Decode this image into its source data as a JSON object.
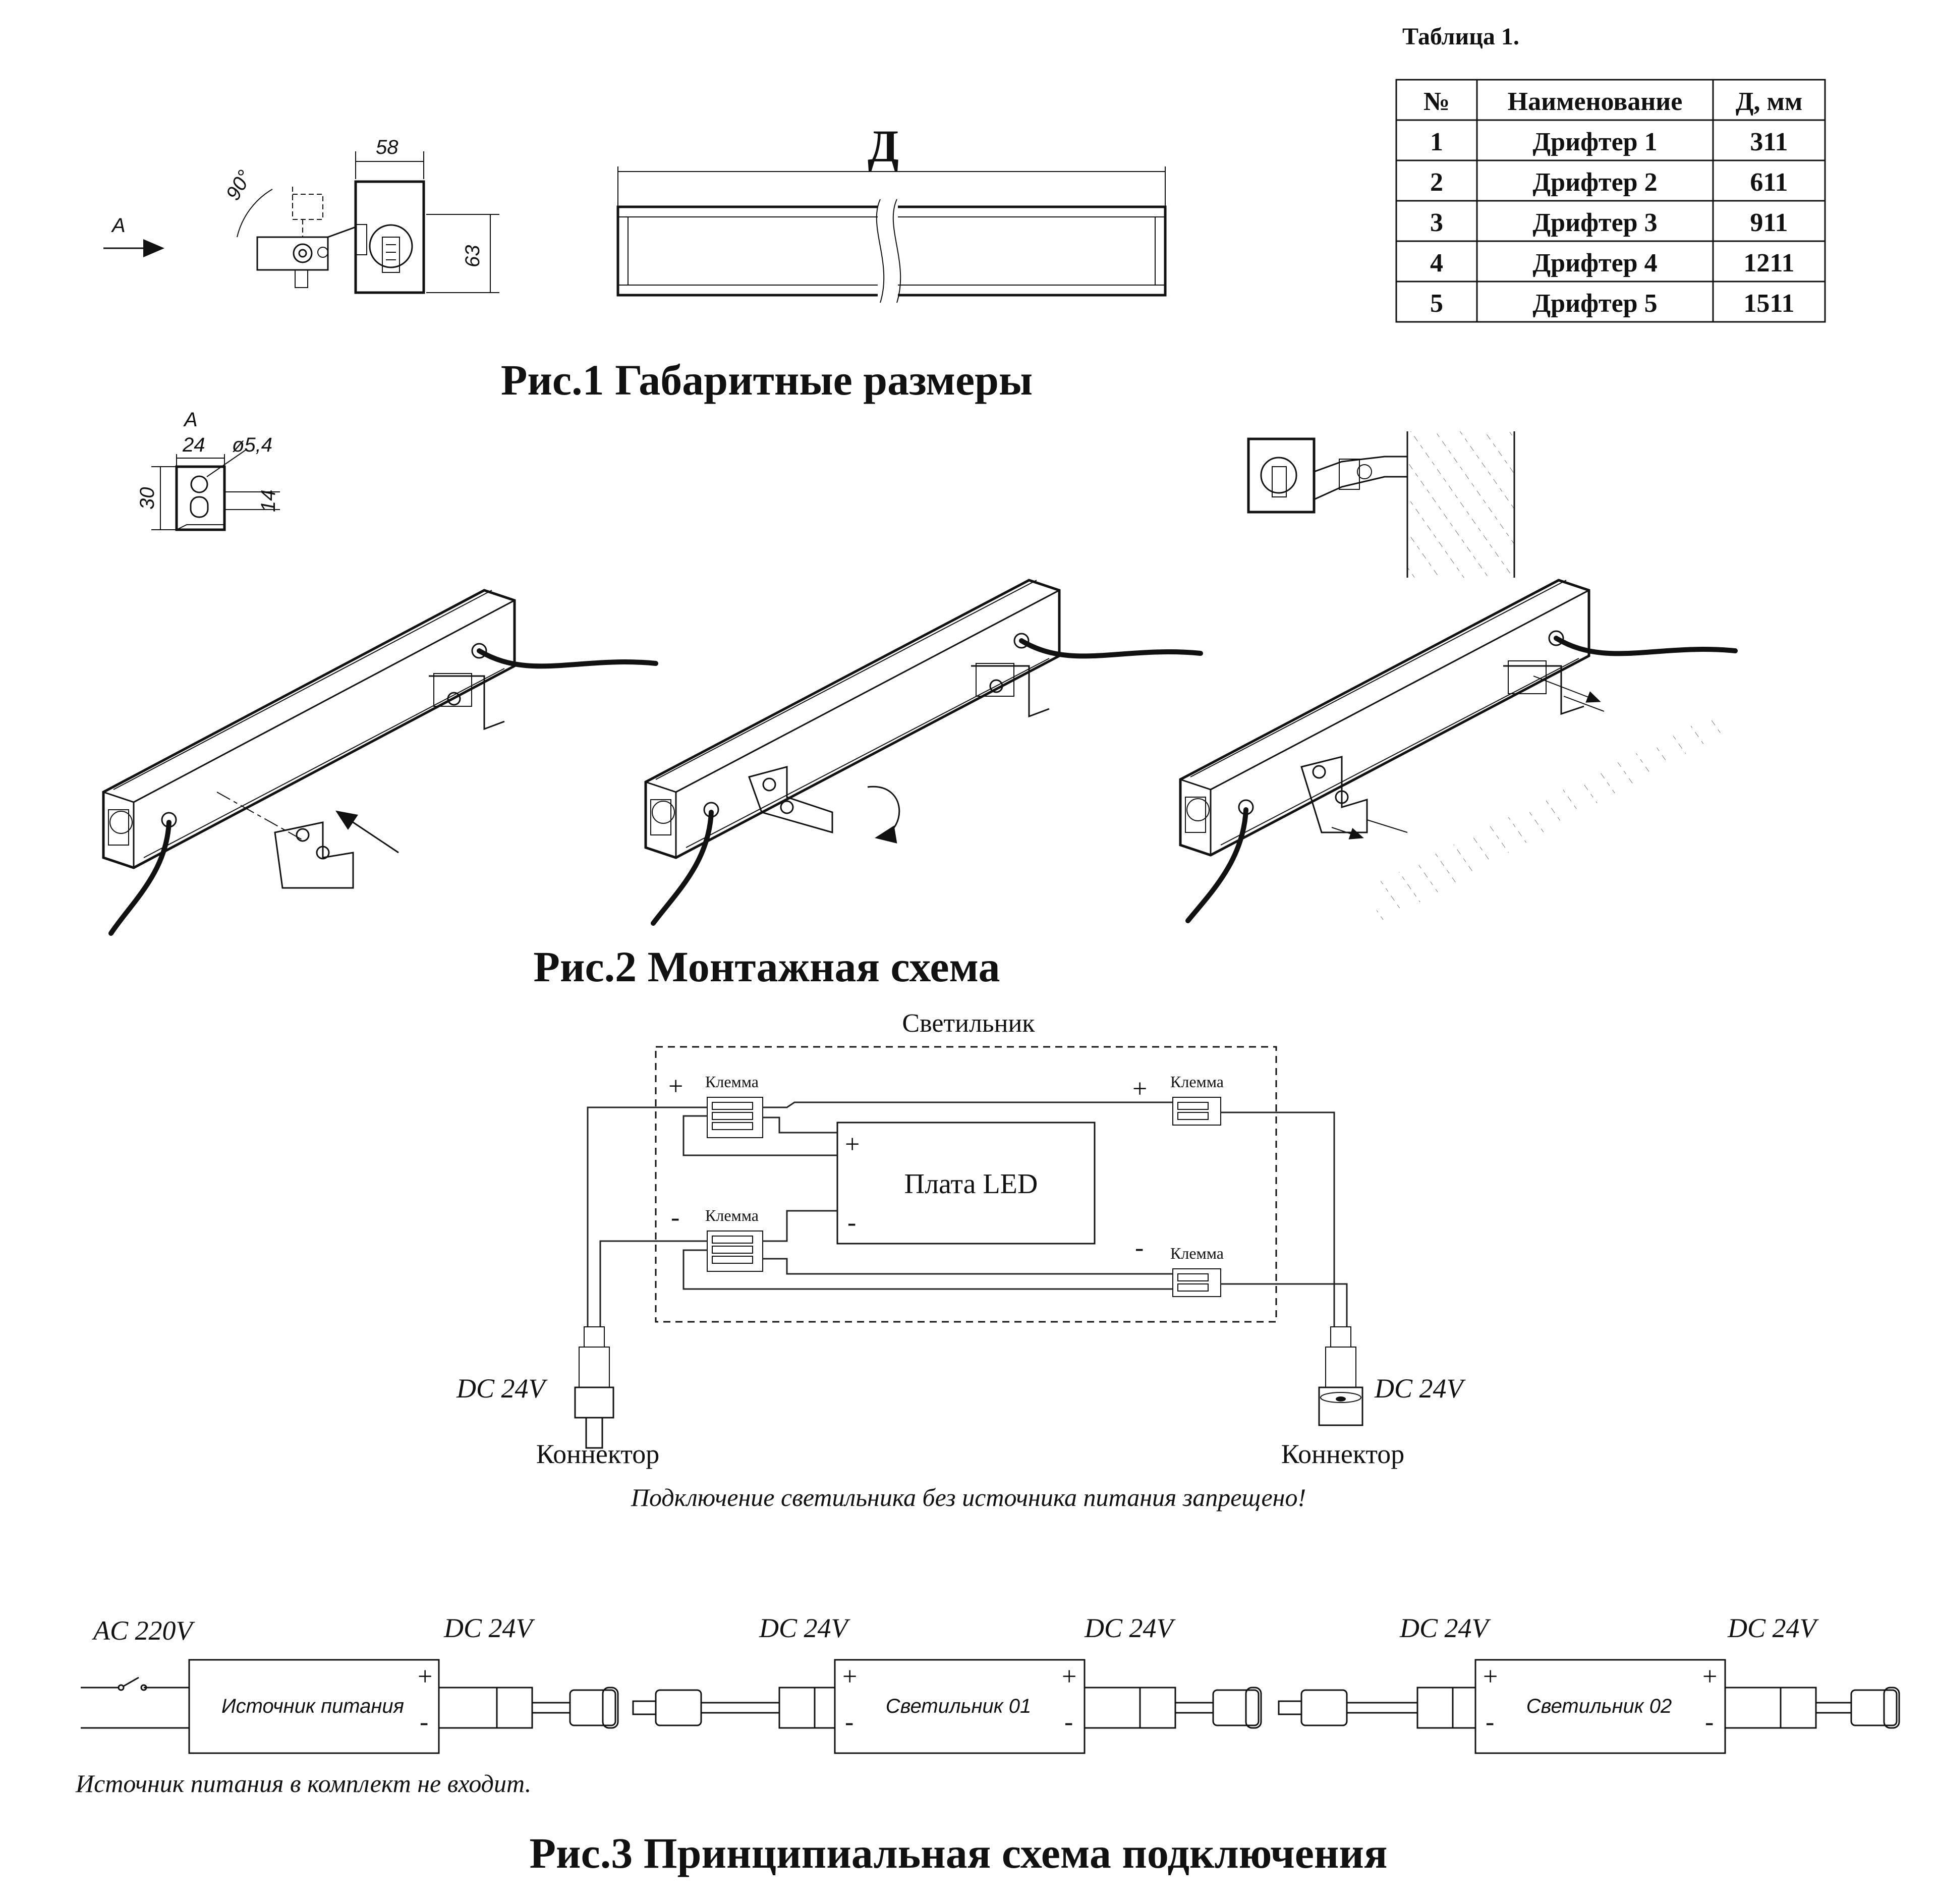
{
  "table": {
    "caption": "Таблица 1.",
    "headers": [
      "№",
      "Наименование",
      "Д, мм"
    ],
    "rows": [
      [
        "1",
        "Дрифтер 1",
        "311"
      ],
      [
        "2",
        "Дрифтер 2",
        "611"
      ],
      [
        "3",
        "Дрифтер 3",
        "911"
      ],
      [
        "4",
        "Дрифтер 4",
        "1211"
      ],
      [
        "5",
        "Дрифтер 5",
        "1511"
      ]
    ]
  },
  "fig1": {
    "title": "Рис.1 Габаритные размеры",
    "view_label": "А",
    "angle_label": "90°",
    "width_label": "58",
    "height_label": "63",
    "length_label": "Д"
  },
  "detail_a": {
    "label": "А",
    "width_label": "24",
    "hole_label": "ø5,4",
    "height_label": "30",
    "slot_label": "14"
  },
  "fig2": {
    "title": "Рис.2 Монтажная схема"
  },
  "wiring": {
    "luminaire_label": "Светильник",
    "terminal_label": "Клемма",
    "plus": "+",
    "minus": "-",
    "board_label": "Плата LED",
    "board_plus": "+",
    "board_minus": "-",
    "voltage_left": "DC 24V",
    "voltage_right": "DC 24V",
    "connector_left": "Коннектор",
    "connector_right": "Коннектор",
    "warning": "Подключение светильника без источника питания запрещено!"
  },
  "fig3": {
    "title": "Рис.3 Принципиальная схема подключения",
    "ac_label": "AC 220V",
    "dc_labels": [
      "DC 24V",
      "DC 24V",
      "DC 24V",
      "DC 24V",
      "DC 24V"
    ],
    "psu_label": "Источник питания",
    "luminaire1_label": "Светильник 01",
    "luminaire2_label": "Светильник 02",
    "plus": "+",
    "minus": "-",
    "note": "Источник питания в комплект не входит."
  }
}
